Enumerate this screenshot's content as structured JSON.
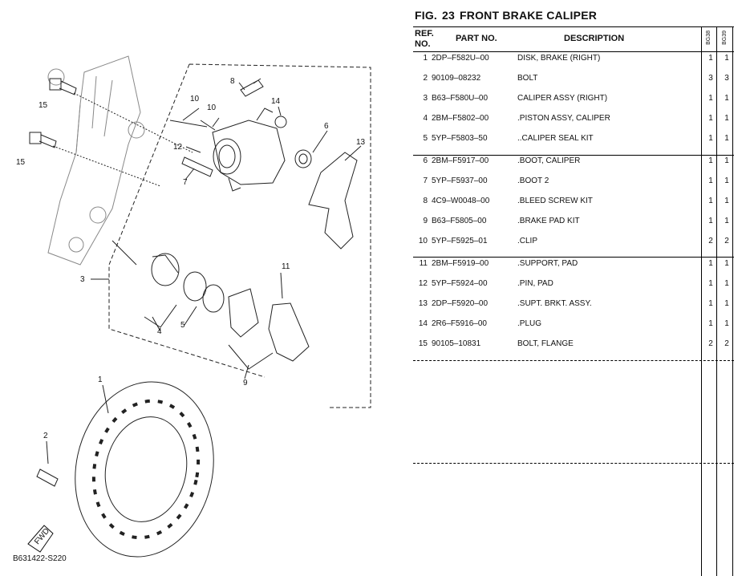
{
  "figure": {
    "prefix": "FIG.",
    "number": "23",
    "title": "FRONT BRAKE CALIPER"
  },
  "table": {
    "headers": {
      "ref": "REF.",
      "ref_no": "NO.",
      "part_no": "PART NO.",
      "description": "DESCRIPTION",
      "model_1": "BG38",
      "model_2": "BG39"
    },
    "rows": [
      {
        "ref": "1",
        "part_no": "2DP–F582U–00",
        "description": "DISK, BRAKE (RIGHT)",
        "q1": "1",
        "q2": "1"
      },
      {
        "ref": "2",
        "part_no": "90109–08232",
        "description": "BOLT",
        "q1": "3",
        "q2": "3"
      },
      {
        "ref": "3",
        "part_no": "B63–F580U–00",
        "description": "CALIPER ASSY (RIGHT)",
        "q1": "1",
        "q2": "1"
      },
      {
        "ref": "4",
        "part_no": "2BM–F5802–00",
        "description": ".PISTON ASSY, CALIPER",
        "q1": "1",
        "q2": "1"
      },
      {
        "ref": "5",
        "part_no": "5YP–F5803–50",
        "description": "..CALIPER SEAL KIT",
        "q1": "1",
        "q2": "1"
      },
      {
        "ref": "6",
        "part_no": "2BM–F5917–00",
        "description": ".BOOT, CALIPER",
        "q1": "1",
        "q2": "1"
      },
      {
        "ref": "7",
        "part_no": "5YP–F5937–00",
        "description": ".BOOT 2",
        "q1": "1",
        "q2": "1"
      },
      {
        "ref": "8",
        "part_no": "4C9–W0048–00",
        "description": ".BLEED SCREW KIT",
        "q1": "1",
        "q2": "1"
      },
      {
        "ref": "9",
        "part_no": "B63–F5805–00",
        "description": ".BRAKE PAD KIT",
        "q1": "1",
        "q2": "1"
      },
      {
        "ref": "10",
        "part_no": "5YP–F5925–01",
        "description": ".CLIP",
        "q1": "2",
        "q2": "2"
      },
      {
        "ref": "11",
        "part_no": "2BM–F5919–00",
        "description": ".SUPPORT, PAD",
        "q1": "1",
        "q2": "1"
      },
      {
        "ref": "12",
        "part_no": "5YP–F5924–00",
        "description": ".PIN, PAD",
        "q1": "1",
        "q2": "1"
      },
      {
        "ref": "13",
        "part_no": "2DP–F5920–00",
        "description": ".SUPT. BRKT. ASSY.",
        "q1": "1",
        "q2": "1"
      },
      {
        "ref": "14",
        "part_no": "2R6–F5916–00",
        "description": ".PLUG",
        "q1": "1",
        "q2": "1"
      },
      {
        "ref": "15",
        "part_no": "90105–10831",
        "description": "BOLT, FLANGE",
        "q1": "2",
        "q2": "2"
      }
    ]
  },
  "diagram": {
    "callouts": [
      "1",
      "2",
      "3",
      "4",
      "5",
      "6",
      "7",
      "8",
      "9",
      "10",
      "10",
      "11",
      "12",
      "13",
      "14",
      "15",
      "15"
    ],
    "direction_label": "FWD",
    "drawing_code": "B631422-S220"
  }
}
